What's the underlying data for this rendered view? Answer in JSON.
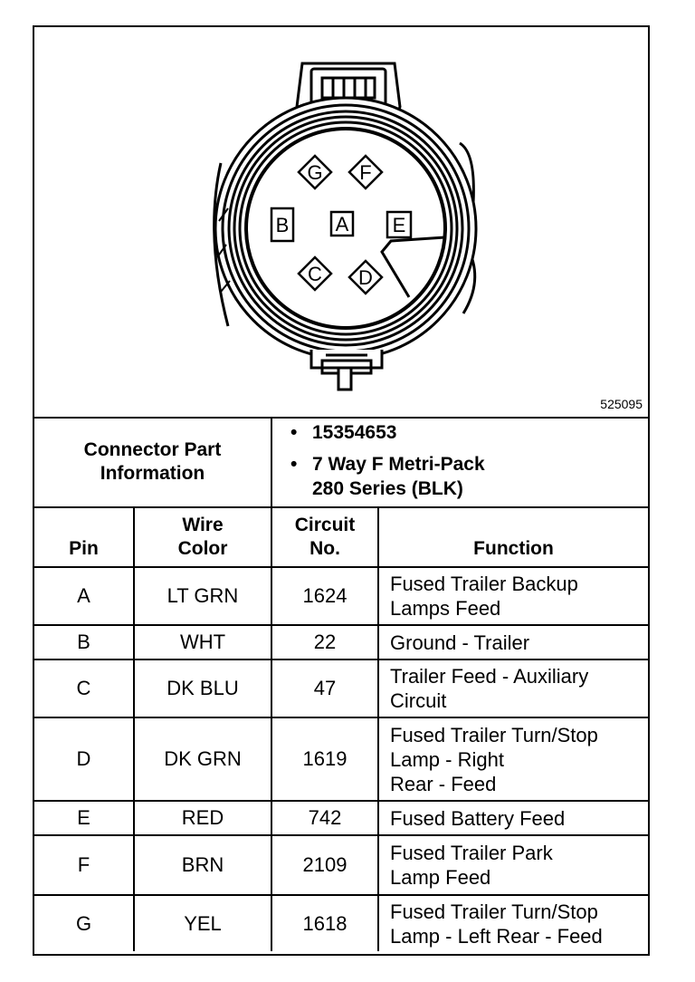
{
  "figure_id": "525095",
  "connector": {
    "pin_labels": [
      "G",
      "F",
      "B",
      "A",
      "E",
      "C",
      "D"
    ]
  },
  "info": {
    "label_lines": [
      "Connector Part",
      "Information"
    ],
    "items": [
      {
        "bullet": "•",
        "lines": [
          "15354653"
        ]
      },
      {
        "bullet": "•",
        "lines": [
          "7 Way F Metri-Pack",
          "280 Series (BLK)"
        ]
      }
    ]
  },
  "headers": {
    "pin": "Pin",
    "wire_color": [
      "Wire",
      "Color"
    ],
    "circuit_no": [
      "Circuit",
      "No."
    ],
    "function": "Function"
  },
  "rows": [
    {
      "pin": "A",
      "color": "LT GRN",
      "circuit": "1624",
      "function": [
        "Fused Trailer Backup",
        "Lamps Feed"
      ]
    },
    {
      "pin": "B",
      "color": "WHT",
      "circuit": "22",
      "function": [
        "Ground - Trailer"
      ]
    },
    {
      "pin": "C",
      "color": "DK BLU",
      "circuit": "47",
      "function": [
        "Trailer Feed - Auxiliary",
        "Circuit"
      ]
    },
    {
      "pin": "D",
      "color": "DK GRN",
      "circuit": "1619",
      "function": [
        "Fused Trailer Turn/Stop",
        "Lamp - Right",
        "Rear - Feed"
      ]
    },
    {
      "pin": "E",
      "color": "RED",
      "circuit": "742",
      "function": [
        "Fused Battery Feed"
      ]
    },
    {
      "pin": "F",
      "color": "BRN",
      "circuit": "2109",
      "function": [
        "Fused Trailer Park",
        "Lamp Feed"
      ]
    },
    {
      "pin": "G",
      "color": "YEL",
      "circuit": "1618",
      "function": [
        "Fused Trailer Turn/Stop",
        "Lamp - Left Rear - Feed"
      ]
    }
  ]
}
